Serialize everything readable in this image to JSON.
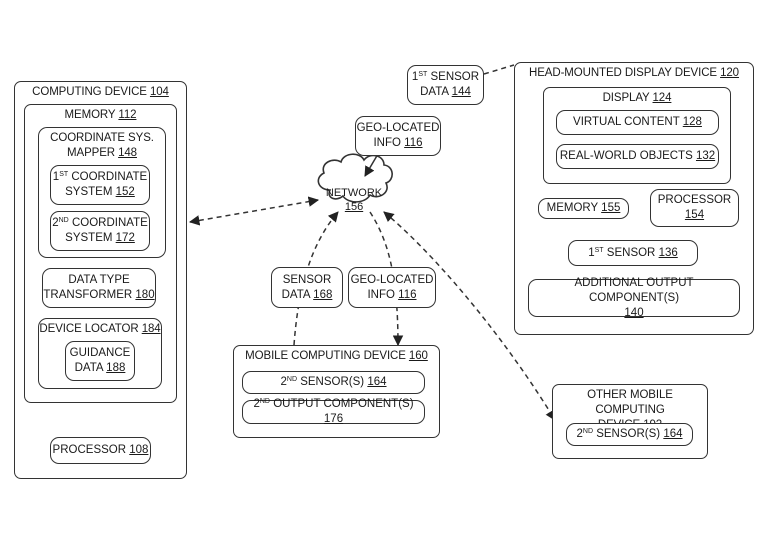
{
  "computing_device": {
    "title": "COMPUTING DEVICE",
    "title_num": "104",
    "memory": {
      "title": "MEMORY",
      "title_num": "112"
    },
    "mapper": {
      "line1": "COORDINATE SYS.",
      "line2": "MAPPER",
      "num": "148"
    },
    "coord1": {
      "ord": "1",
      "sup": "ST",
      "line1": "COORDINATE",
      "line2": "SYSTEM",
      "num": "152"
    },
    "coord2": {
      "ord": "2",
      "sup": "ND",
      "line1": "COORDINATE",
      "line2": "SYSTEM",
      "num": "172"
    },
    "transformer": {
      "line1": "DATA TYPE",
      "line2": "TRANSFORMER",
      "num": "180"
    },
    "locator": {
      "title": "DEVICE LOCATOR",
      "num": "184"
    },
    "guidance": {
      "line1": "GUIDANCE",
      "line2": "DATA",
      "num": "188"
    },
    "processor": {
      "label": "PROCESSOR",
      "num": "108"
    }
  },
  "network": {
    "label": "NETWORK",
    "num": "156"
  },
  "top_sensor_data": {
    "ord": "1",
    "sup": "ST",
    "line1": "SENSOR",
    "line2": "DATA",
    "num": "144"
  },
  "top_geo_info": {
    "line1": "GEO-LOCATED",
    "line2": "INFO",
    "num": "116"
  },
  "mid_sensor_data": {
    "line1": "SENSOR",
    "line2": "DATA",
    "num": "168"
  },
  "mid_geo_info": {
    "line1": "GEO-LOCATED",
    "line2": "INFO",
    "num": "116"
  },
  "mobile_device": {
    "title": "MOBILE COMPUTING DEVICE",
    "title_num": "160",
    "sensor": {
      "ord": "2",
      "sup": "ND",
      "label": "SENSOR(S)",
      "num": "164"
    },
    "output": {
      "ord": "2",
      "sup": "ND",
      "label": "OUTPUT COMPONENT(S)",
      "num": "176"
    }
  },
  "hmd": {
    "title": "HEAD-MOUNTED DISPLAY DEVICE",
    "title_num": "120",
    "display": {
      "title": "DISPLAY",
      "num": "124"
    },
    "virtual": {
      "label": "VIRTUAL CONTENT",
      "num": "128"
    },
    "realworld": {
      "label": "REAL-WORLD OBJECTS",
      "num": "132"
    },
    "memory": {
      "label": "MEMORY",
      "num": "155"
    },
    "processor": {
      "label": "PROCESSOR",
      "num": "154"
    },
    "sensor": {
      "ord": "1",
      "sup": "ST",
      "label": "SENSOR",
      "num": "136"
    },
    "additional": {
      "line1": "ADDITIONAL OUTPUT COMPONENT(S)",
      "num": "140"
    }
  },
  "other_device": {
    "line1": "OTHER MOBILE COMPUTING",
    "line2": "DEVICE",
    "num": "192",
    "sensor": {
      "ord": "2",
      "sup": "ND",
      "label": "SENSOR(S)",
      "num": "164"
    }
  },
  "colors": {
    "stroke": "#333333",
    "background": "#ffffff"
  }
}
